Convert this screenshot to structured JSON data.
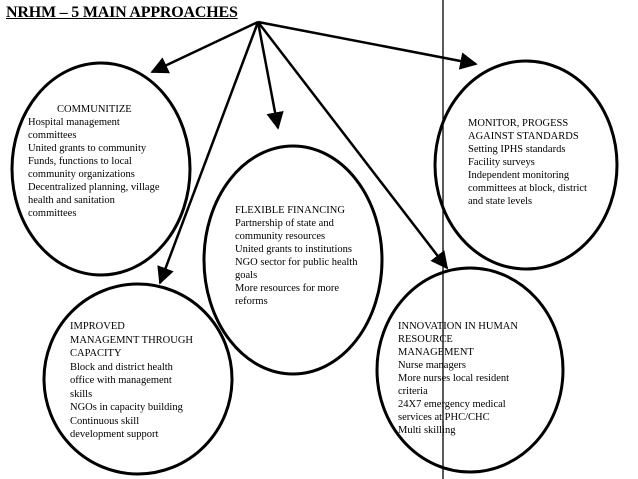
{
  "title": "NRHM – 5 MAIN APPROACHES",
  "colors": {
    "stroke": "#000000",
    "background": "#ffffff",
    "text": "#000000"
  },
  "nodes": [
    {
      "id": "communitize",
      "heading": "COMMUNITIZE",
      "lines": [
        "Hospital management",
        "committees",
        "United grants to community",
        "Funds, functions to local",
        "community organizations",
        "Decentralized planning, village",
        "health and sanitation",
        "committees"
      ]
    },
    {
      "id": "flexible-financing",
      "heading": "FLEXIBLE FINANCING",
      "lines": [
        "Partnership of state and",
        "community resources",
        "United grants to institutions",
        "NGO sector for public health",
        "goals",
        "More resources for more",
        "reforms"
      ]
    },
    {
      "id": "monitor",
      "heading_lines": [
        "MONITOR, PROGESS",
        "AGAINST STANDARDS"
      ],
      "lines": [
        "Setting IPHS standards",
        "Facility surveys",
        "Independent monitoring",
        "committees at block, district",
        "and state levels"
      ]
    },
    {
      "id": "improved-management",
      "heading_lines": [
        "IMPROVED",
        "MANAGEMNT THROUGH",
        "CAPACITY"
      ],
      "lines": [
        "Block and district health",
        "office with management",
        "skills",
        "NGOs in capacity building",
        "Continuous skill",
        "development support"
      ]
    },
    {
      "id": "innovation-hr",
      "heading_lines": [
        "INNOVATION IN HUMAN",
        "RESOURCE",
        "MANAGEMENT"
      ],
      "lines": [
        "Nurse managers",
        "More nurses local resident",
        "criteria",
        "24X7 emergency medical",
        "services at PHC/CHC",
        "Multi skilling"
      ]
    }
  ]
}
